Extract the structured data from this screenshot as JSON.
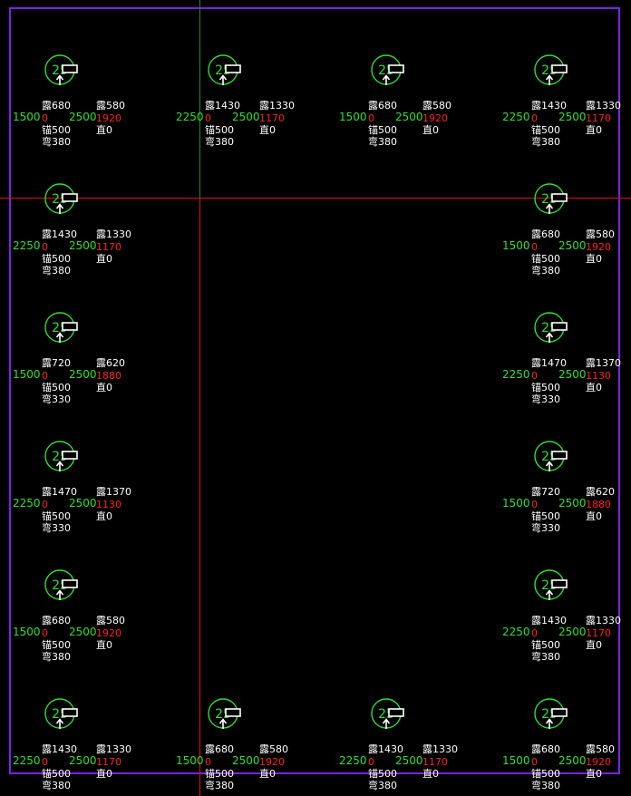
{
  "drawing": {
    "colors": {
      "border": "#7a22e6",
      "crosshair_h": "#e01010",
      "crosshair_v": "#1c8a3a",
      "symbol": "#2fe02f",
      "text_white": "#ffffff",
      "text_green": "#2fe02f",
      "text_red": "#ff2020"
    },
    "symbol_label": "25",
    "bars": [
      {
        "exp1": "露680",
        "exp2": "露580",
        "left": "1500",
        "mid": "2500",
        "red1": "0",
        "red2": "1920",
        "anchor": "锚500",
        "straight": "直0",
        "bend": "弯380"
      },
      {
        "exp1": "露1430",
        "exp2": "露1330",
        "left": "2250",
        "mid": "2500",
        "red1": "0",
        "red2": "1170",
        "anchor": "锚500",
        "straight": "直0",
        "bend": "弯380"
      },
      {
        "exp1": "露680",
        "exp2": "露580",
        "left": "1500",
        "mid": "2500",
        "red1": "0",
        "red2": "1920",
        "anchor": "锚500",
        "straight": "直0",
        "bend": "弯380"
      },
      {
        "exp1": "露1430",
        "exp2": "露1330",
        "left": "2250",
        "mid": "2500",
        "red1": "0",
        "red2": "1170",
        "anchor": "锚500",
        "straight": "直0",
        "bend": "弯380"
      },
      {
        "exp1": "露1430",
        "exp2": "露1330",
        "left": "2250",
        "mid": "2500",
        "red1": "0",
        "red2": "1170",
        "anchor": "锚500",
        "straight": "直0",
        "bend": "弯380"
      },
      {
        "exp1": "露680",
        "exp2": "露580",
        "left": "1500",
        "mid": "2500",
        "red1": "0",
        "red2": "1920",
        "anchor": "锚500",
        "straight": "直0",
        "bend": "弯380"
      },
      {
        "exp1": "露720",
        "exp2": "露620",
        "left": "1500",
        "mid": "2500",
        "red1": "0",
        "red2": "1880",
        "anchor": "锚500",
        "straight": "直0",
        "bend": "弯330"
      },
      {
        "exp1": "露1470",
        "exp2": "露1370",
        "left": "2250",
        "mid": "2500",
        "red1": "0",
        "red2": "1130",
        "anchor": "锚500",
        "straight": "直0",
        "bend": "弯330"
      },
      {
        "exp1": "露1470",
        "exp2": "露1370",
        "left": "2250",
        "mid": "2500",
        "red1": "0",
        "red2": "1130",
        "anchor": "锚500",
        "straight": "直0",
        "bend": "弯330"
      },
      {
        "exp1": "露720",
        "exp2": "露620",
        "left": "1500",
        "mid": "2500",
        "red1": "0",
        "red2": "1880",
        "anchor": "锚500",
        "straight": "直0",
        "bend": "弯330"
      },
      {
        "exp1": "露680",
        "exp2": "露580",
        "left": "1500",
        "mid": "2500",
        "red1": "0",
        "red2": "1920",
        "anchor": "锚500",
        "straight": "直0",
        "bend": "弯380"
      },
      {
        "exp1": "露1430",
        "exp2": "露1330",
        "left": "2250",
        "mid": "2500",
        "red1": "0",
        "red2": "1170",
        "anchor": "锚500",
        "straight": "直0",
        "bend": "弯380"
      },
      {
        "exp1": "露1430",
        "exp2": "露1330",
        "left": "2250",
        "mid": "2500",
        "red1": "0",
        "red2": "1170",
        "anchor": "锚500",
        "straight": "直0",
        "bend": "弯380"
      },
      {
        "exp1": "露680",
        "exp2": "露580",
        "left": "1500",
        "mid": "2500",
        "red1": "0",
        "red2": "1920",
        "anchor": "锚500",
        "straight": "直0",
        "bend": "弯380"
      },
      {
        "exp1": "露1430",
        "exp2": "露1330",
        "left": "2250",
        "mid": "2500",
        "red1": "0",
        "red2": "1170",
        "anchor": "锚500",
        "straight": "直0",
        "bend": "弯380"
      },
      {
        "exp1": "露680",
        "exp2": "露580",
        "left": "1500",
        "mid": "2500",
        "red1": "0",
        "red2": "1920",
        "anchor": "锚500",
        "straight": "直0",
        "bend": "弯380"
      }
    ]
  }
}
